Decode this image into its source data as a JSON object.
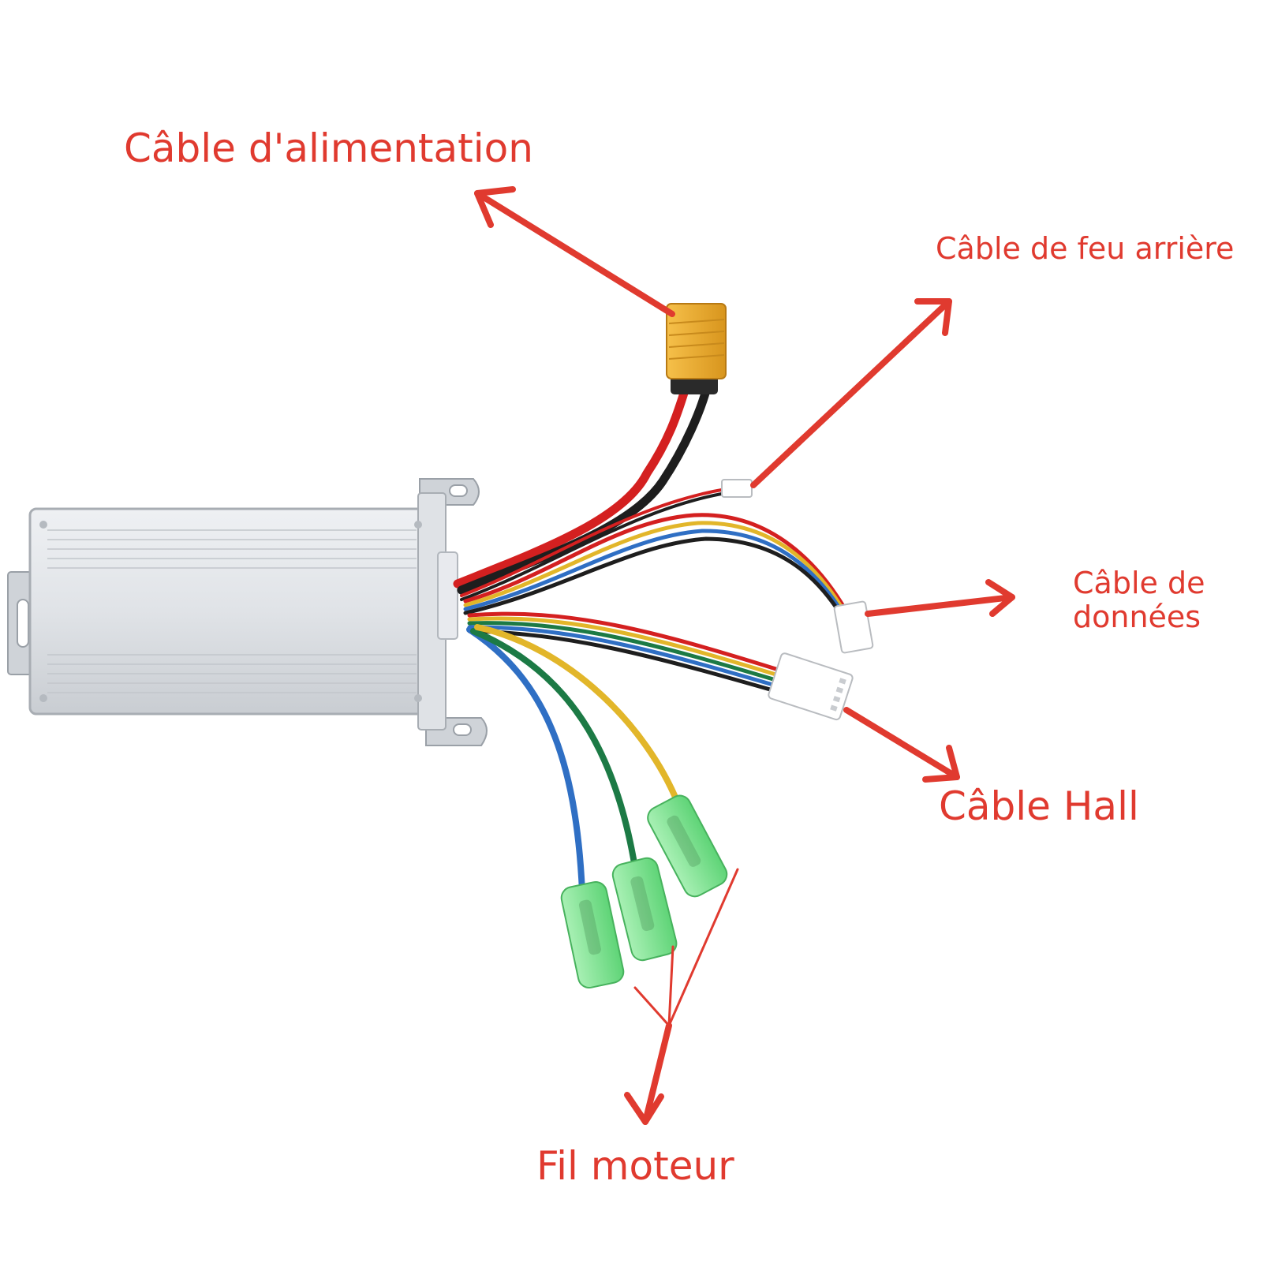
{
  "labels": {
    "power_cable": "Câble d'alimentation",
    "rear_light_cable": "Câble de feu arrière",
    "data_cable_line1": "Câble de",
    "data_cable_line2": "données",
    "hall_cable": "Câble Hall",
    "motor_wire": "Fil moteur"
  },
  "colors": {
    "annotation": "#e03a2f",
    "controller_body": "#d9dde2",
    "wire_red": "#d42020",
    "wire_black": "#1e1e1e",
    "wire_yellow": "#e2b62a",
    "wire_blue": "#2f6fc4",
    "wire_green": "#1c7a45",
    "connector_yellow": "#f0b332",
    "motor_terminal_green": "#7be38e"
  }
}
